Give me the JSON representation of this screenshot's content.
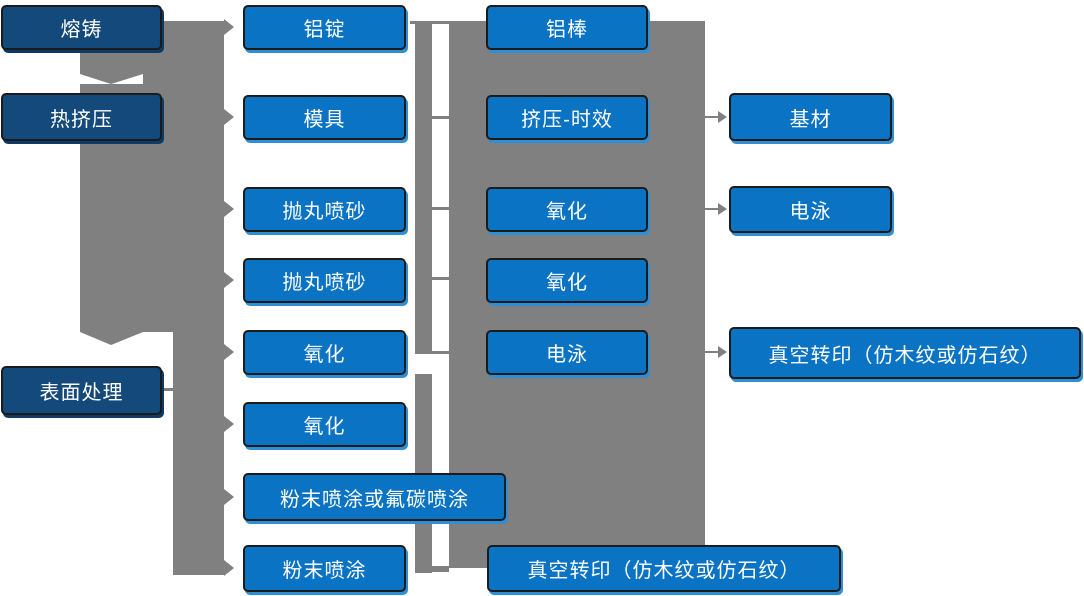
{
  "diagram_title": "",
  "nodes": {
    "melt": "熔铸",
    "hot_extrusion": "热挤压",
    "surface_treatment": "表面处理",
    "al_ingot": "铝锭",
    "mold": "模具",
    "shot_blast_1": "抛丸喷砂",
    "shot_blast_2": "抛丸喷砂",
    "oxidation_1": "氧化",
    "oxidation_2": "氧化",
    "powder_or_fluorocarbon": "粉末喷涂或氟碳喷涂",
    "powder_coating": "粉末喷涂",
    "al_rod": "铝棒",
    "extrusion_aging": "挤压-时效",
    "oxidation_3": "氧化",
    "oxidation_4": "氧化",
    "electrophoresis_1": "电泳",
    "vacuum_transfer_1": "真空转印（仿木纹或仿石纹）",
    "base_material": "基材",
    "electrophoresis_2": "电泳",
    "vacuum_transfer_2": "真空转印（仿木纹或仿石纹）"
  },
  "colors": {
    "process_box_blue": "#0a73c4",
    "stage_box_navy": "#14497b",
    "connector_gray": "#808080",
    "shadow_light_blue": "#2f8fd5",
    "navy_shadow": "#0d3b66",
    "box_border": "#1b1b1b",
    "text": "#ffffff"
  }
}
